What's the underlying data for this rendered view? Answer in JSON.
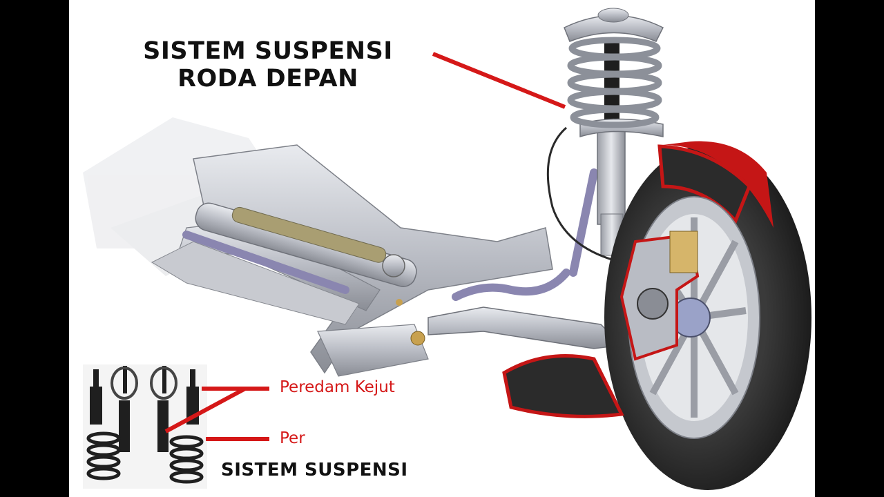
{
  "diagram": {
    "title_line1": "SISTEM SUSPENSI",
    "title_line2": "RODA DEPAN",
    "label_shock": "Peredam Kejut",
    "label_spring": "Per",
    "caption": "SISTEM SUSPENSI"
  },
  "colors": {
    "accent": "#d51818",
    "background": "#ffffff",
    "letterbox": "#000000"
  }
}
